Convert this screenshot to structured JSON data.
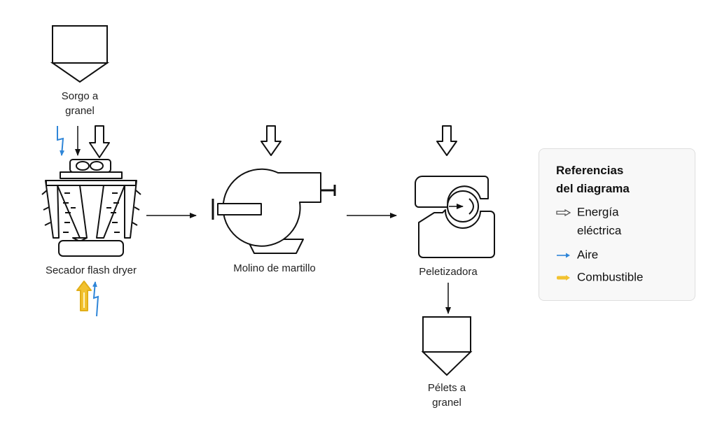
{
  "labels": {
    "sorgo_granel": [
      "Sorgo a",
      "granel"
    ],
    "secador": "Secador flash dryer",
    "molino": "Molino de martillo",
    "peletizadora": "Peletizadora",
    "pelets_granel": [
      "Pélets a",
      "granel"
    ]
  },
  "legend": {
    "title": [
      "Referencias",
      "del diagrama"
    ],
    "items": [
      {
        "label": [
          "Energía",
          "eléctrica"
        ],
        "icon": "hollow-arrow-icon",
        "color": "#555555"
      },
      {
        "label": [
          "Aire"
        ],
        "icon": "blue-arrow-icon",
        "color": "#2f86d8"
      },
      {
        "label": [
          "Combustible"
        ],
        "icon": "yellow-arrow-icon",
        "color": "#f2c230"
      }
    ]
  },
  "colors": {
    "line": "#111111",
    "air": "#2f86d8",
    "fuel": "#f2c230",
    "legend_bg": "#f8f8f8"
  }
}
